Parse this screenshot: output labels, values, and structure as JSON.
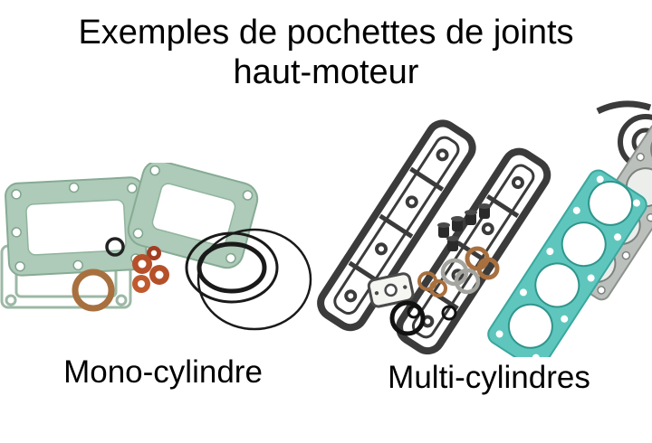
{
  "title": {
    "line1": "Exemples de pochettes de joints",
    "line2": "haut-moteur"
  },
  "captions": {
    "left": "Mono-cylindre",
    "right": "Multi-cylindres"
  },
  "illustrations": {
    "left": "mono-cylinder-gasket-kit-photo",
    "right": "multi-cylinder-gasket-kit-photo"
  },
  "colors": {
    "background": "#ffffff",
    "text": "#000000",
    "gasket_green": "#aecab8",
    "gasket_teal": "#5ec6bd",
    "gasket_dark": "#3b3b3b",
    "washer_orange": "#b5502a",
    "washer_copper": "#a8703f",
    "gasket_gray": "#bcc0bc",
    "oring_black": "#1a1a1a"
  }
}
